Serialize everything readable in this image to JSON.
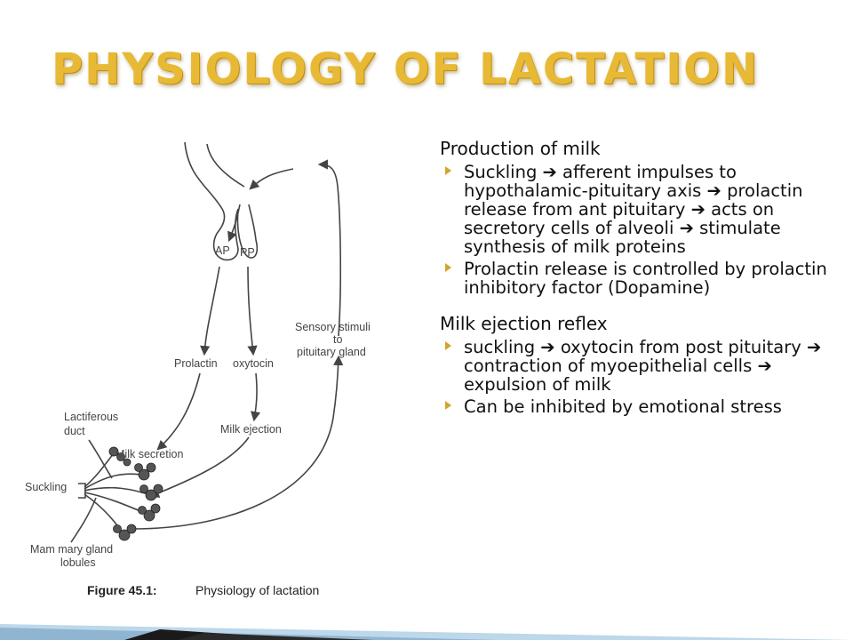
{
  "slide": {
    "title": "PHYSIOLOGY OF LACTATION"
  },
  "figure": {
    "labels": {
      "ap": "AP",
      "pp": "PP",
      "sensory_line1": "Sensory stimuli",
      "sensory_line2": "to",
      "sensory_line3": "pituitary gland",
      "prolactin": "Prolactin",
      "oxytocin": "oxytocin",
      "lactiferous_line1": "Lactiferous",
      "lactiferous_line2": "duct",
      "milk_ejection": "Milk ejection",
      "milk_secretion": "Milk secretion",
      "suckling": "Suckling",
      "mammary_line1": "Mam mary gland",
      "mammary_line2": "lobules"
    },
    "caption_label": "Figure 45.1:",
    "caption_text": "Physiology of lactation"
  },
  "content": {
    "section1": {
      "heading": "Production of milk",
      "bullets": [
        "Suckling ➔ afferent impulses to hypothalamic-pituitary axis ➔ prolactin release from ant pituitary ➔ acts on secretory cells of alveoli ➔ stimulate synthesis of milk proteins",
        "Prolactin release is controlled by prolactin inhibitory factor (Dopamine)"
      ]
    },
    "section2": {
      "heading": "Milk ejection reflex",
      "bullets": [
        "suckling ➔ oxytocin from post pituitary ➔ contraction of myoepithelial cells ➔ expulsion of milk",
        "Can be inhibited by emotional stress"
      ]
    }
  },
  "colors": {
    "title": "#e8b935",
    "bullet": "#d4a528",
    "footer_dark": "#1a1a1a",
    "footer_light": "#bcd8ea"
  }
}
